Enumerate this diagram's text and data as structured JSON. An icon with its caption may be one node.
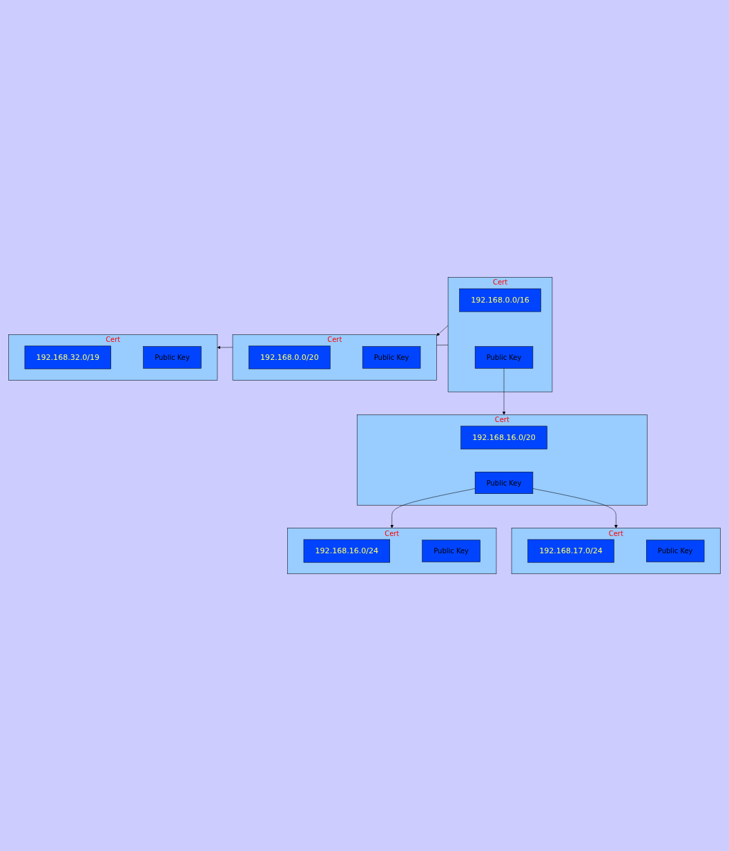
{
  "diagram": {
    "nodes": [
      {
        "text": [
          "Cert"
        ]
      },
      {
        "text": [
          "192.168.0.0/16"
        ],
        "in": 0
      },
      {
        "text": [
          "Public Key"
        ],
        "in": 0
      },
      {
        "text": [
          "Cert"
        ]
      },
      {
        "text": [
          "192.168.0.0/20"
        ],
        "in": 3
      },
      {
        "text": [
          "Public Key"
        ],
        "in": 3
      },
      {
        "text": [
          "Cert"
        ]
      },
      {
        "text": [
          "192.168.16.0/20"
        ],
        "in": 6
      },
      {
        "text": [
          "Public Key"
        ],
        "in": 6
      },
      {
        "text": [
          "Cert"
        ]
      },
      {
        "text": [
          "192.168.32.0/19"
        ],
        "in": 9
      },
      {
        "text": [
          "Public Key"
        ],
        "in": 9
      },
      {
        "text": [
          "Cert"
        ]
      },
      {
        "text": [
          "192.168.16.0/24"
        ],
        "in": 12
      },
      {
        "text": [
          "Public Key"
        ],
        "in": 12
      },
      {
        "text": [
          "Cert"
        ]
      },
      {
        "text": [
          "192.168.17.0/24"
        ],
        "in": 15
      },
      {
        "text": [
          "Public Key"
        ],
        "in": 15
      }
    ],
    "edges": [
      {
        "from": 0,
        "to": 3,
        "arrow": "to"
      },
      {
        "from": 2,
        "to": 6,
        "arrow": "to"
      },
      {
        "from": 0,
        "to": 9,
        "arrow": "to"
      },
      {
        "from": 8,
        "to": 12,
        "arrow": "to"
      },
      {
        "from": 8,
        "to": 15,
        "arrow": "to"
      }
    ]
  }
}
